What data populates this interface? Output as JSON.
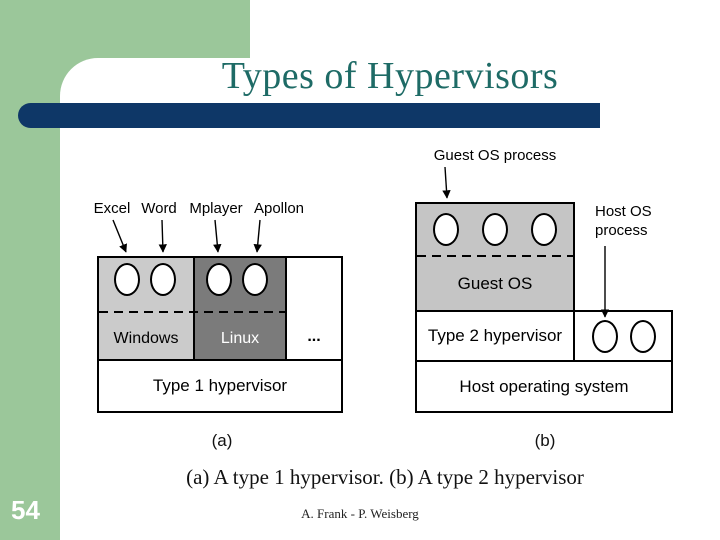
{
  "slide": {
    "title": "Types of Hypervisors",
    "page_number": "54",
    "footer": "A. Frank - P. Weisberg",
    "caption": "(a) A type 1 hypervisor. (b) A type 2 hypervisor"
  },
  "colors": {
    "sidebar_green": "#9BC79A",
    "accent_navy": "#0E3767",
    "title_teal": "#1E6B66",
    "windows_gray": "#CBCBCB",
    "guest_os_gray": "#C5C5C5",
    "linux_gray": "#7B7B7B",
    "diagram_line": "#000000"
  },
  "diagram_a": {
    "app_labels": [
      "Excel",
      "Word",
      "Mplayer",
      "Apollon"
    ],
    "windows_label": "Windows",
    "linux_label": "Linux",
    "ellipsis_label": "...",
    "hypervisor_label": "Type 1 hypervisor",
    "fig_tag": "(a)"
  },
  "diagram_b": {
    "guest_process_label": "Guest OS process",
    "host_process_label": "Host OS\nprocess",
    "guest_os_label": "Guest OS",
    "hypervisor_label": "Type 2 hypervisor",
    "host_os_label": "Host operating system",
    "fig_tag": "(b)"
  }
}
